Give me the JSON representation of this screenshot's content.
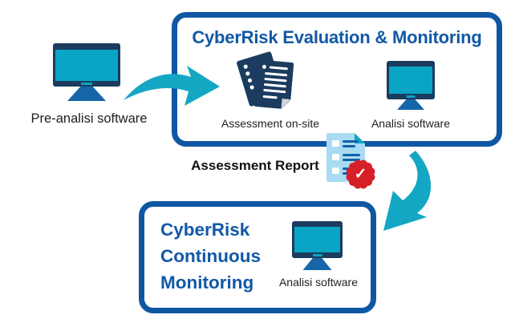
{
  "diagram": {
    "pre_analysis_label": "Pre-analisi software",
    "top_box": {
      "title": "CyberRisk Evaluation & Monitoring",
      "items": [
        {
          "label": "Assessment on-site"
        },
        {
          "label": "Analisi software"
        }
      ]
    },
    "report_label": "Assessment Report",
    "bottom_box": {
      "title_lines": [
        "CyberRisk",
        "Continuous",
        "Monitoring"
      ],
      "item_label": "Analisi software"
    }
  },
  "icons": {
    "check": "✓"
  },
  "colors": {
    "box_border_blue": "#0F57A3",
    "title_blue": "#1158A6",
    "icon_navy": "#1B3C5F",
    "teal": "#14A7C4",
    "screen_teal": "#0AA4C4",
    "stand_blue": "#1565A8",
    "report_doc_light_blue": "#A9DBF2",
    "report_line_blue": "#1261A8",
    "seal_red": "#D62027",
    "text_dark": "#1F1F1F"
  }
}
